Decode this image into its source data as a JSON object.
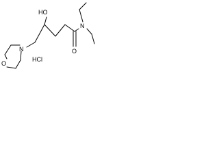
{
  "molecule": {
    "atoms": {
      "n_amide": "N",
      "o_carbonyl": "O",
      "ho_group": "HO",
      "n_morpholine": "N",
      "o_morpholine": "O",
      "salt": "HCl"
    }
  }
}
